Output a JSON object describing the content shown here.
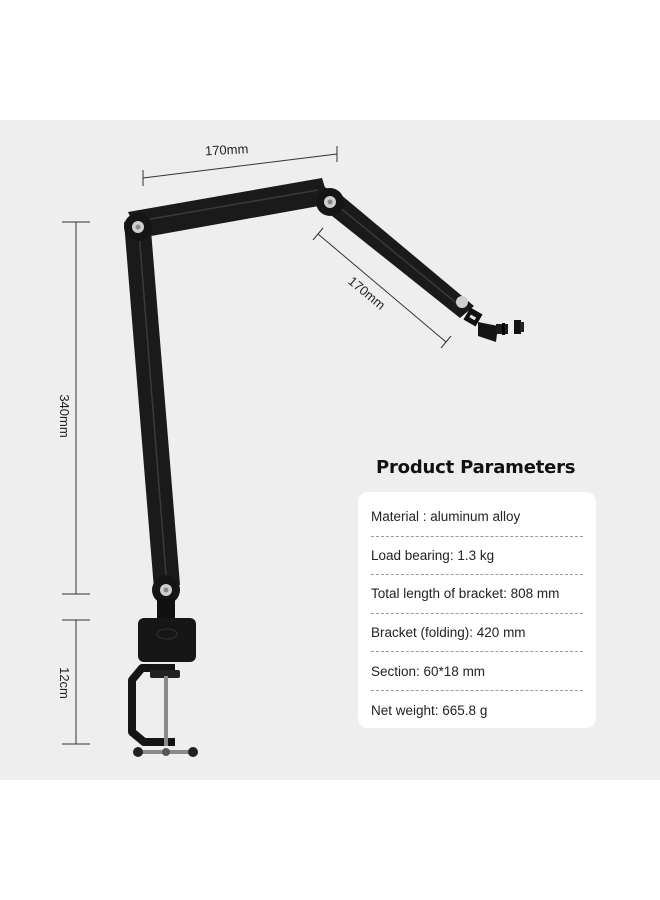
{
  "dimensions": {
    "top_arm": "170mm",
    "fore_arm": "170mm",
    "vertical_arm": "340mm",
    "clamp": "12cm"
  },
  "parameters": {
    "title": "Product Parameters",
    "rows": [
      "Material : aluminum alloy",
      "Load bearing: 1.3 kg",
      "Total length of bracket: 808 mm",
      "Bracket (folding): 420 mm",
      "Section: 60*18 mm",
      "Net weight: 665.8 g"
    ]
  },
  "colors": {
    "background": "#eeeeee",
    "arm": "#1a1a1a",
    "card": "#ffffff"
  }
}
